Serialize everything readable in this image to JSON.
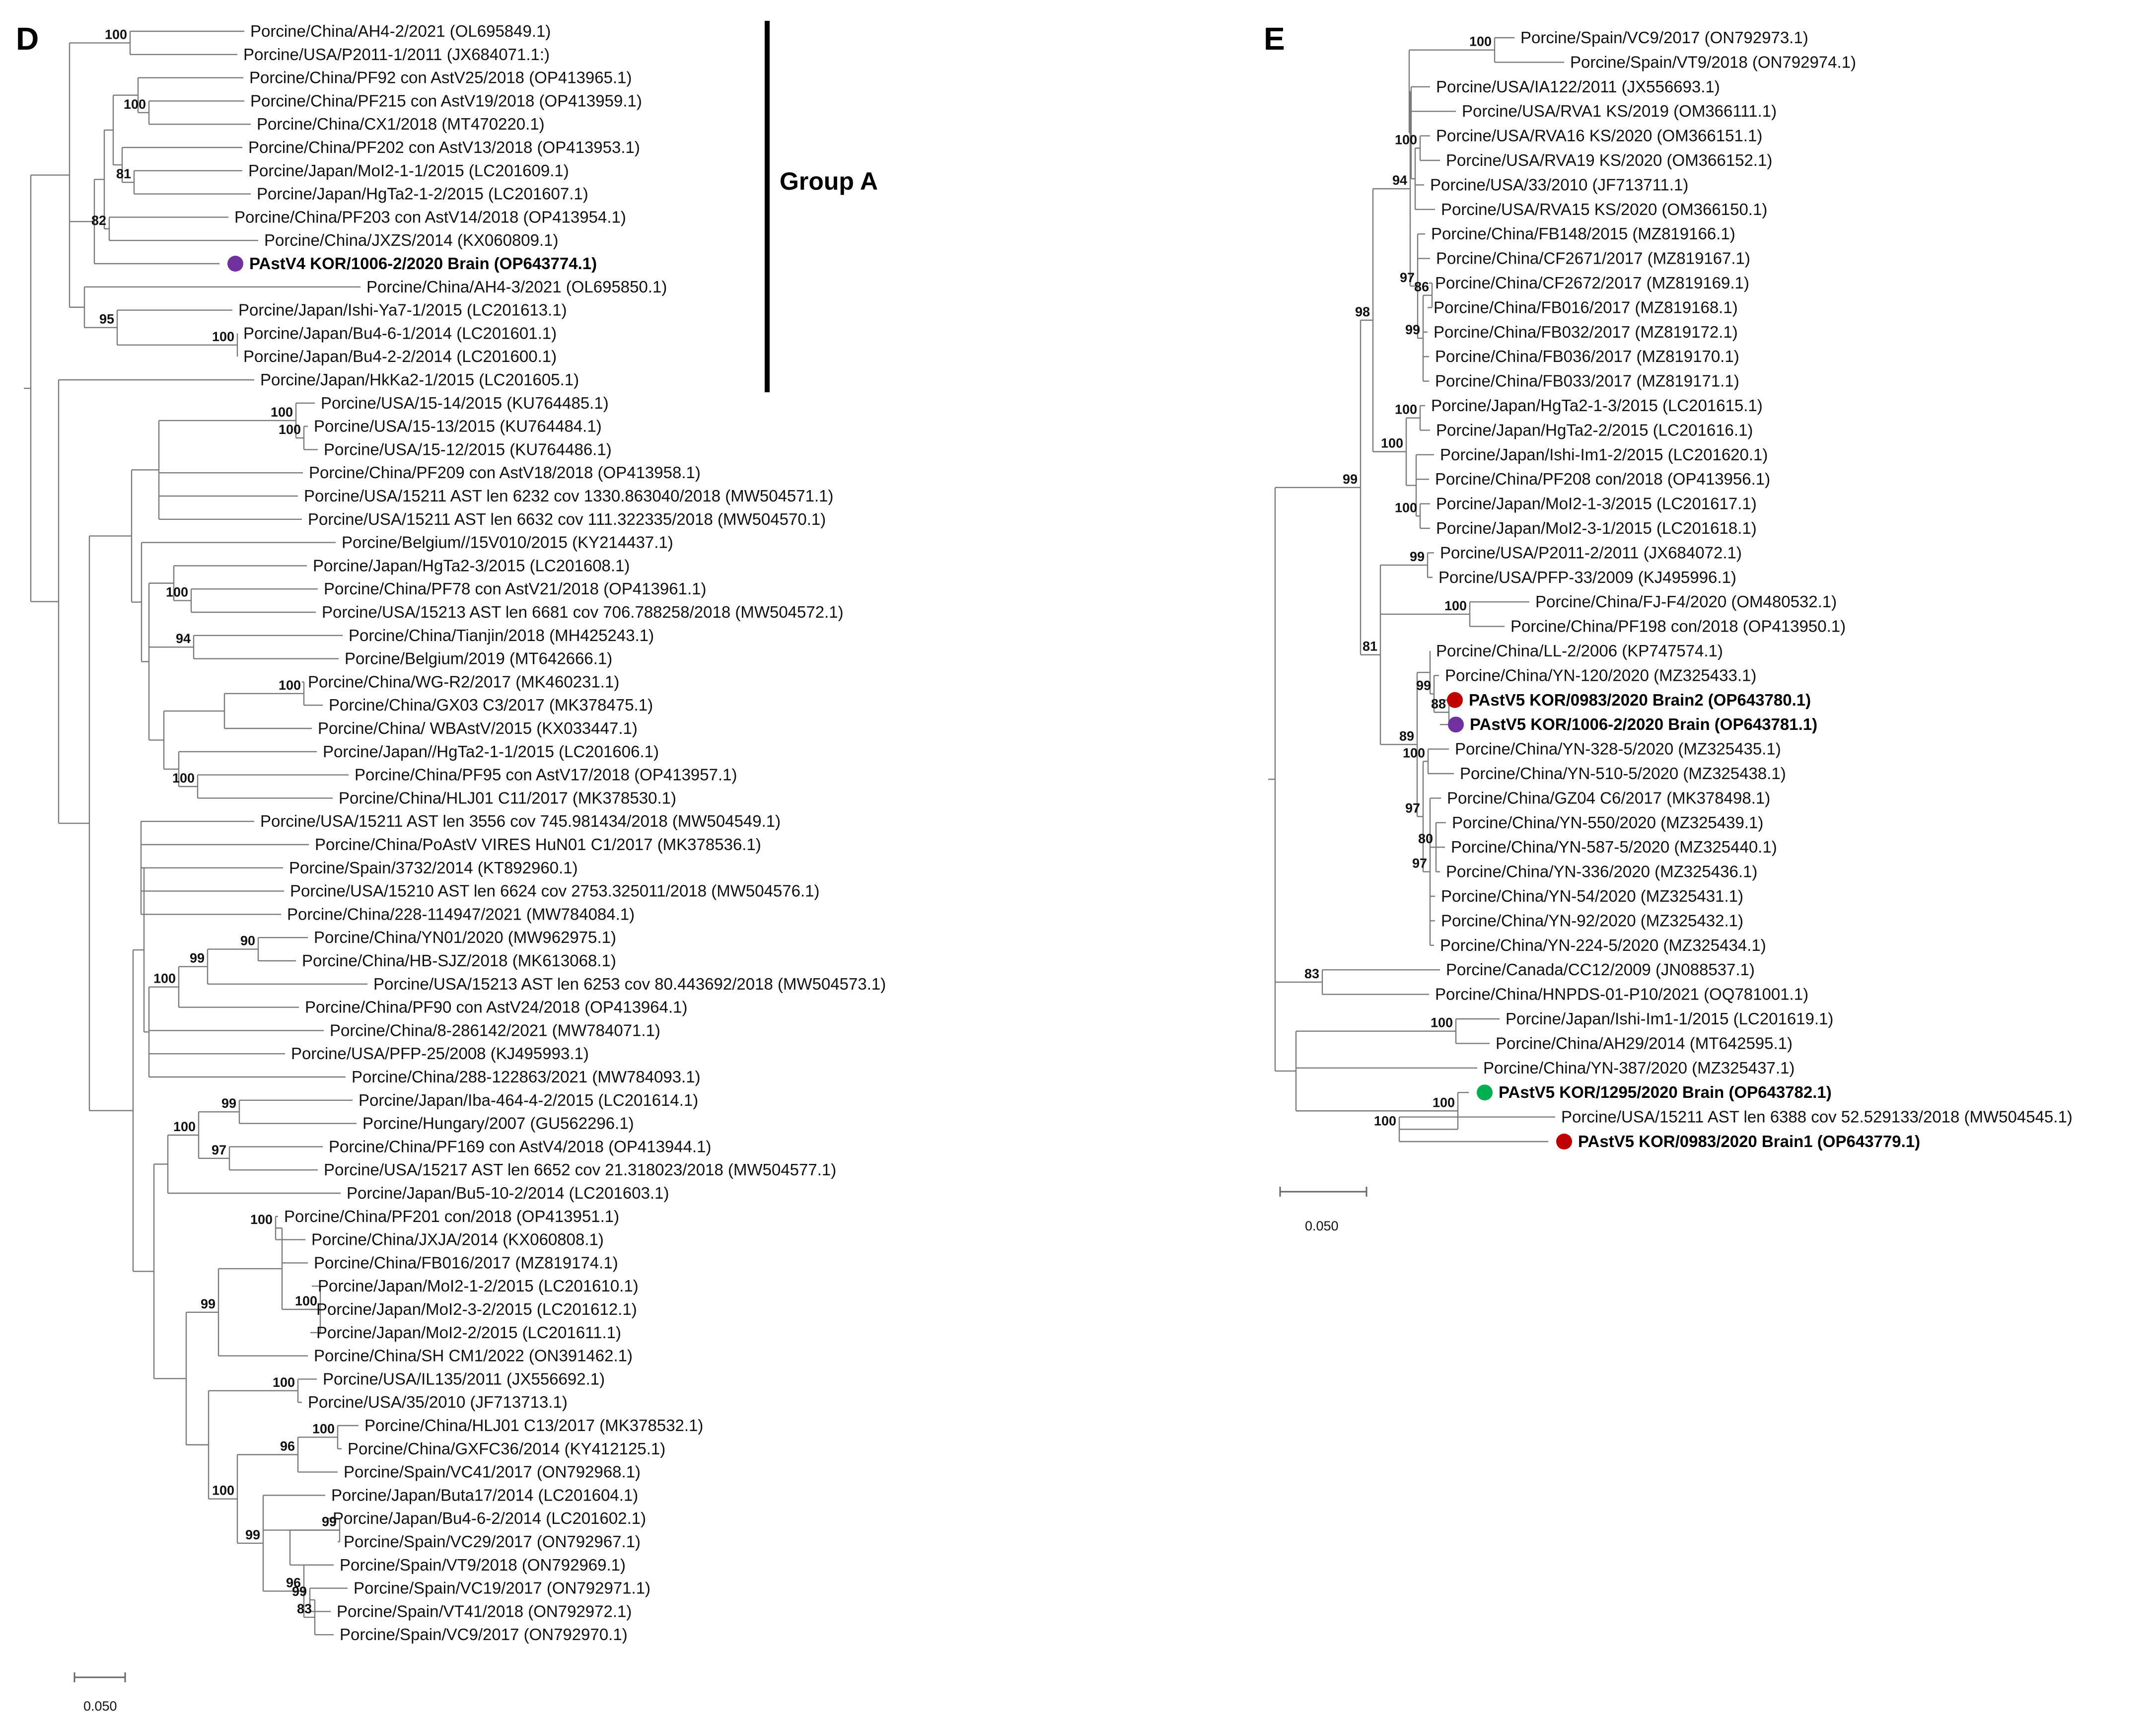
{
  "panels": [
    {
      "label": "D",
      "group_label": "Group A",
      "scale_label": "0.050",
      "leaves": [
        {
          "text": "Porcine/China/AH4-2/2021 (OL695849.1)"
        },
        {
          "text": "Porcine/USA/P2011-1/2011 (JX684071.1:)"
        },
        {
          "text": "Porcine/China/PF92 con AstV25/2018 (OP413965.1)"
        },
        {
          "text": "Porcine/China/PF215 con AstV19/2018 (OP413959.1)"
        },
        {
          "text": "Porcine/China/CX1/2018 (MT470220.1)"
        },
        {
          "text": "Porcine/China/PF202 con AstV13/2018 (OP413953.1)"
        },
        {
          "text": "Porcine/Japan/MoI2-1-1/2015 (LC201609.1)"
        },
        {
          "text": "Porcine/Japan/HgTa2-1-2/2015 (LC201607.1)"
        },
        {
          "text": "Porcine/China/PF203 con AstV14/2018 (OP413954.1)"
        },
        {
          "text": "Porcine/China/JXZS/2014 (KX060809.1)"
        },
        {
          "text": "PAstV4 KOR/1006-2/2020 Brain (OP643774.1)",
          "bold": true,
          "marker": "#7030a0"
        },
        {
          "text": "Porcine/China/AH4-3/2021 (OL695850.1)"
        },
        {
          "text": "Porcine/Japan/Ishi-Ya7-1/2015 (LC201613.1)"
        },
        {
          "text": "Porcine/Japan/Bu4-6-1/2014 (LC201601.1)"
        },
        {
          "text": "Porcine/Japan/Bu4-2-2/2014 (LC201600.1)"
        },
        {
          "text": "Porcine/Japan/HkKa2-1/2015 (LC201605.1)"
        },
        {
          "text": "Porcine/USA/15-14/2015 (KU764485.1)"
        },
        {
          "text": "Porcine/USA/15-13/2015 (KU764484.1)"
        },
        {
          "text": "Porcine/USA/15-12/2015 (KU764486.1)"
        },
        {
          "text": "Porcine/China/PF209 con AstV18/2018 (OP413958.1)"
        },
        {
          "text": "Porcine/USA/15211 AST len 6232 cov 1330.863040/2018 (MW504571.1)"
        },
        {
          "text": "Porcine/USA/15211 AST len 6632 cov 111.322335/2018 (MW504570.1)"
        },
        {
          "text": "Porcine/Belgium//15V010/2015 (KY214437.1)"
        },
        {
          "text": "Porcine/Japan/HgTa2-3/2015 (LC201608.1)"
        },
        {
          "text": "Porcine/China/PF78 con AstV21/2018 (OP413961.1)"
        },
        {
          "text": "Porcine/USA/15213 AST len 6681 cov 706.788258/2018 (MW504572.1)"
        },
        {
          "text": "Porcine/China/Tianjin/2018 (MH425243.1)"
        },
        {
          "text": "Porcine/Belgium/2019 (MT642666.1)"
        },
        {
          "text": "Porcine/China/WG-R2/2017 (MK460231.1)"
        },
        {
          "text": "Porcine/China/GX03 C3/2017 (MK378475.1)"
        },
        {
          "text": "Porcine/China/ WBAstV/2015 (KX033447.1)"
        },
        {
          "text": "Porcine/Japan//HgTa2-1-1/2015 (LC201606.1)"
        },
        {
          "text": "Porcine/China/PF95 con AstV17/2018 (OP413957.1)"
        },
        {
          "text": "Porcine/China/HLJ01 C11/2017 (MK378530.1)"
        },
        {
          "text": "Porcine/USA/15211 AST len 3556 cov 745.981434/2018 (MW504549.1)"
        },
        {
          "text": "Porcine/China/PoAstV VIRES HuN01 C1/2017 (MK378536.1)"
        },
        {
          "text": "Porcine/Spain/3732/2014 (KT892960.1)"
        },
        {
          "text": "Porcine/USA/15210 AST len 6624 cov 2753.325011/2018 (MW504576.1)"
        },
        {
          "text": "Porcine/China/228-114947/2021 (MW784084.1)"
        },
        {
          "text": "Porcine/China/YN01/2020 (MW962975.1)"
        },
        {
          "text": "Porcine/China/HB-SJZ/2018 (MK613068.1)"
        },
        {
          "text": "Porcine/USA/15213 AST len 6253 cov 80.443692/2018 (MW504573.1)"
        },
        {
          "text": "Porcine/China/PF90 con AstV24/2018 (OP413964.1)"
        },
        {
          "text": "Porcine/China/8-286142/2021 (MW784071.1)"
        },
        {
          "text": "Porcine/USA/PFP-25/2008 (KJ495993.1)"
        },
        {
          "text": "Porcine/China/288-122863/2021 (MW784093.1)"
        },
        {
          "text": "Porcine/Japan/Iba-464-4-2/2015 (LC201614.1)"
        },
        {
          "text": "Porcine/Hungary/2007 (GU562296.1)"
        },
        {
          "text": "Porcine/China/PF169 con AstV4/2018 (OP413944.1)"
        },
        {
          "text": "Porcine/USA/15217 AST len 6652 cov 21.318023/2018 (MW504577.1)"
        },
        {
          "text": "Porcine/Japan/Bu5-10-2/2014 (LC201603.1)"
        },
        {
          "text": "Porcine/China/PF201 con/2018 (OP413951.1)"
        },
        {
          "text": "Porcine/China/JXJA/2014 (KX060808.1)"
        },
        {
          "text": "Porcine/China/FB016/2017 (MZ819174.1)"
        },
        {
          "text": "Porcine/Japan/MoI2-1-2/2015 (LC201610.1)"
        },
        {
          "text": "Porcine/Japan/MoI2-3-2/2015 (LC201612.1)"
        },
        {
          "text": "Porcine/Japan/MoI2-2/2015 (LC201611.1)"
        },
        {
          "text": "Porcine/China/SH CM1/2022 (ON391462.1)"
        },
        {
          "text": "Porcine/USA/IL135/2011 (JX556692.1)"
        },
        {
          "text": "Porcine/USA/35/2010 (JF713713.1)"
        },
        {
          "text": "Porcine/China/HLJ01 C13/2017 (MK378532.1)"
        },
        {
          "text": "Porcine/China/GXFC36/2014 (KY412125.1)"
        },
        {
          "text": "Porcine/Spain/VC41/2017 (ON792968.1)"
        },
        {
          "text": "Porcine/Japan/Buta17/2014 (LC201604.1)"
        },
        {
          "text": "Porcine/Japan/Bu4-6-2/2014 (LC201602.1)"
        },
        {
          "text": "Porcine/Spain/VC29/2017 (ON792967.1)"
        },
        {
          "text": "Porcine/Spain/VT9/2018 (ON792969.1)"
        },
        {
          "text": "Porcine/Spain/VC19/2017 (ON792971.1)"
        },
        {
          "text": "Porcine/Spain/VT41/2018 (ON792972.1)"
        },
        {
          "text": "Porcine/Spain/VC9/2017 (ON792970.1)"
        }
      ],
      "bootstrap": [
        "100",
        "100",
        "81",
        "82",
        "95",
        "100",
        "100",
        "100",
        "100",
        "94",
        "100",
        "100",
        "99",
        "90",
        "100",
        "99",
        "100",
        "97",
        "100",
        "99",
        "100",
        "100",
        "96",
        "100",
        "100",
        "99",
        "99",
        "96",
        "99",
        "83"
      ]
    },
    {
      "label": "E",
      "scale_label": "0.050",
      "leaves": [
        {
          "text": "Porcine/Spain/VC9/2017 (ON792973.1)"
        },
        {
          "text": "Porcine/Spain/VT9/2018 (ON792974.1)"
        },
        {
          "text": "Porcine/USA/IA122/2011 (JX556693.1)"
        },
        {
          "text": "Porcine/USA/RVA1 KS/2019 (OM366111.1)"
        },
        {
          "text": "Porcine/USA/RVA16 KS/2020 (OM366151.1)"
        },
        {
          "text": "Porcine/USA/RVA19 KS/2020 (OM366152.1)"
        },
        {
          "text": "Porcine/USA/33/2010 (JF713711.1)"
        },
        {
          "text": "Porcine/USA/RVA15 KS/2020 (OM366150.1)"
        },
        {
          "text": "Porcine/China/FB148/2015 (MZ819166.1)"
        },
        {
          "text": "Porcine/China/CF2671/2017 (MZ819167.1)"
        },
        {
          "text": "Porcine/China/CF2672/2017 (MZ819169.1)"
        },
        {
          "text": "Porcine/China/FB016/2017 (MZ819168.1)"
        },
        {
          "text": "Porcine/China/FB032/2017 (MZ819172.1)"
        },
        {
          "text": "Porcine/China/FB036/2017 (MZ819170.1)"
        },
        {
          "text": "Porcine/China/FB033/2017 (MZ819171.1)"
        },
        {
          "text": "Porcine/Japan/HgTa2-1-3/2015 (LC201615.1)"
        },
        {
          "text": "Porcine/Japan/HgTa2-2/2015 (LC201616.1)"
        },
        {
          "text": "Porcine/Japan/Ishi-Im1-2/2015 (LC201620.1)"
        },
        {
          "text": "Porcine/China/PF208 con/2018 (OP413956.1)"
        },
        {
          "text": "Porcine/Japan/MoI2-1-3/2015 (LC201617.1)"
        },
        {
          "text": "Porcine/Japan/MoI2-3-1/2015 (LC201618.1)"
        },
        {
          "text": "Porcine/USA/P2011-2/2011 (JX684072.1)"
        },
        {
          "text": "Porcine/USA/PFP-33/2009 (KJ495996.1)"
        },
        {
          "text": "Porcine/China/FJ-F4/2020 (OM480532.1)"
        },
        {
          "text": "Porcine/China/PF198 con/2018 (OP413950.1)"
        },
        {
          "text": "Porcine/China/LL-2/2006 (KP747574.1)"
        },
        {
          "text": "Porcine/China/YN-120/2020 (MZ325433.1)"
        },
        {
          "text": "PAstV5 KOR/0983/2020 Brain2 (OP643780.1)",
          "bold": true,
          "marker": "#c00000"
        },
        {
          "text": "PAstV5 KOR/1006-2/2020 Brain (OP643781.1)",
          "bold": true,
          "marker": "#7030a0"
        },
        {
          "text": "Porcine/China/YN-328-5/2020 (MZ325435.1)"
        },
        {
          "text": "Porcine/China/YN-510-5/2020 (MZ325438.1)"
        },
        {
          "text": "Porcine/China/GZ04 C6/2017 (MK378498.1)"
        },
        {
          "text": "Porcine/China/YN-550/2020 (MZ325439.1)"
        },
        {
          "text": "Porcine/China/YN-587-5/2020 (MZ325440.1)"
        },
        {
          "text": "Porcine/China/YN-336/2020 (MZ325436.1)"
        },
        {
          "text": "Porcine/China/YN-54/2020 (MZ325431.1)"
        },
        {
          "text": "Porcine/China/YN-92/2020 (MZ325432.1)"
        },
        {
          "text": "Porcine/China/YN-224-5/2020 (MZ325434.1)"
        },
        {
          "text": "Porcine/Canada/CC12/2009 (JN088537.1)"
        },
        {
          "text": "Porcine/China/HNPDS-01-P10/2021 (OQ781001.1)"
        },
        {
          "text": "Porcine/Japan/Ishi-Im1-1/2015 (LC201619.1)"
        },
        {
          "text": "Porcine/China/AH29/2014 (MT642595.1)"
        },
        {
          "text": "Porcine/China/YN-387/2020 (MZ325437.1)"
        },
        {
          "text": "PAstV5 KOR/1295/2020 Brain (OP643782.1)",
          "bold": true,
          "marker": "#00b050"
        },
        {
          "text": "Porcine/USA/15211 AST len 6388 cov 52.529133/2018 (MW504545.1)"
        },
        {
          "text": "PAstV5 KOR/0983/2020 Brain1 (OP643779.1)",
          "bold": true,
          "marker": "#c00000"
        }
      ],
      "bootstrap": [
        "100",
        "94",
        "100",
        "97",
        "86",
        "99",
        "99",
        "98",
        "100",
        "100",
        "100",
        "99",
        "100",
        "81",
        "89",
        "99",
        "88",
        "100",
        "97",
        "80",
        "97",
        "83",
        "100",
        "100",
        "100"
      ]
    }
  ]
}
